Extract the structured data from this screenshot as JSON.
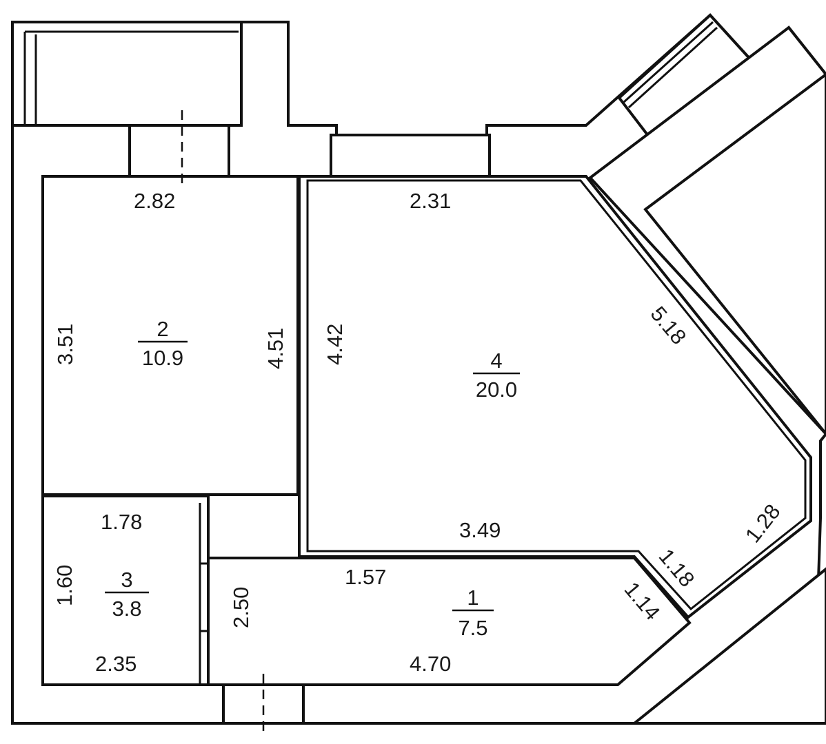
{
  "rooms": [
    {
      "number": "1",
      "area": "7.5"
    },
    {
      "number": "2",
      "area": "10.9"
    },
    {
      "number": "3",
      "area": "3.8"
    },
    {
      "number": "4",
      "area": "20.0"
    }
  ],
  "dimensions": {
    "room2_top": "2.82",
    "room2_left": "3.51",
    "room2_right": "4.51",
    "room4_top": "2.31",
    "room4_left": "4.42",
    "room4_diag": "5.18",
    "room4_bottom": "3.49",
    "room4_right": "1.28",
    "room4_corner": "1.18",
    "room3_top": "1.78",
    "room3_left": "1.60",
    "room3_bottom": "2.35",
    "room1_wall": "2.50",
    "room1_top": "1.57",
    "room1_bottom": "4.70",
    "room1_corner": "1.14"
  }
}
